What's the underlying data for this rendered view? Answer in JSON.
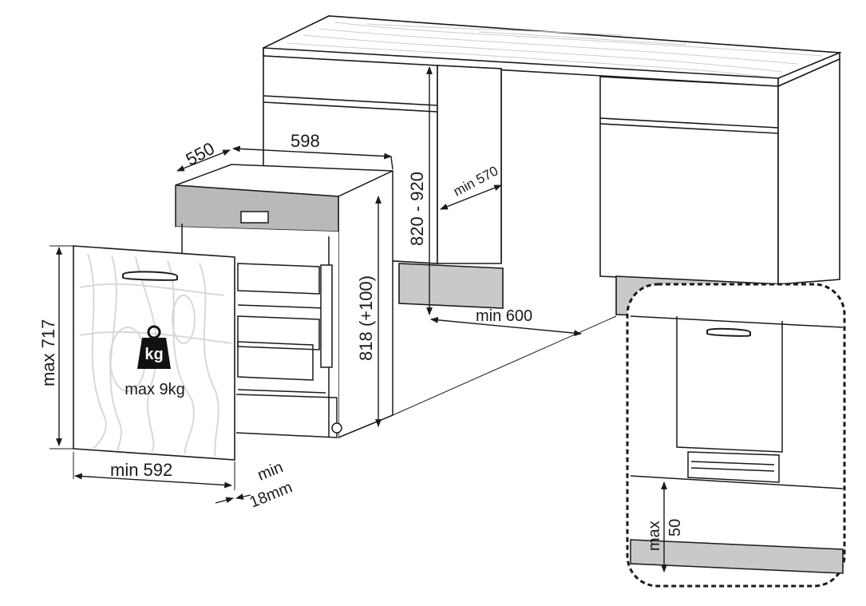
{
  "diagram": {
    "dimensions": {
      "depth": "550",
      "width": "598",
      "cabinet_height_range": "820 - 920",
      "min_depth_cabinet": "min 570",
      "min_gap": "min 600",
      "appliance_height": "818 (+100)",
      "panel_max_height": "max 717",
      "panel_min_width": "min 592",
      "panel_min_thickness_line1": "min",
      "panel_min_thickness_line2": "18mm",
      "plinth_max": "max",
      "plinth_value": "50"
    },
    "weight": {
      "icon_text": "kg",
      "label": "max 9kg"
    },
    "colors": {
      "line": "#1a1a1a",
      "plinth_gray": "#c9c9c9",
      "panel_gray": "#b9b9b9",
      "wood_grain": "#d8d8d8"
    }
  }
}
